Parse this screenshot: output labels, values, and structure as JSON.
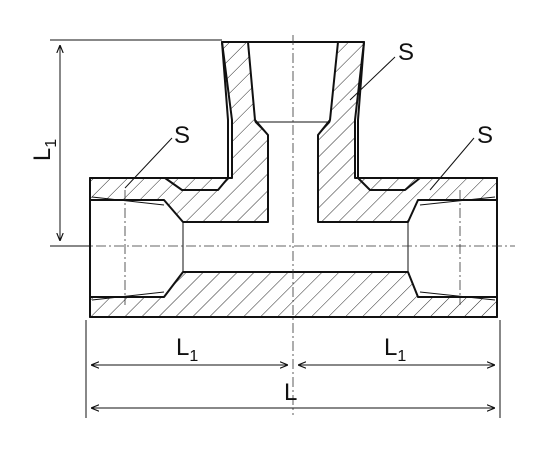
{
  "labels": {
    "thread_symbol": "S",
    "half_length_main": "L",
    "half_length_sub": "1",
    "overall_length": "L",
    "branch_length_main": "L",
    "branch_length_sub": "1"
  }
}
